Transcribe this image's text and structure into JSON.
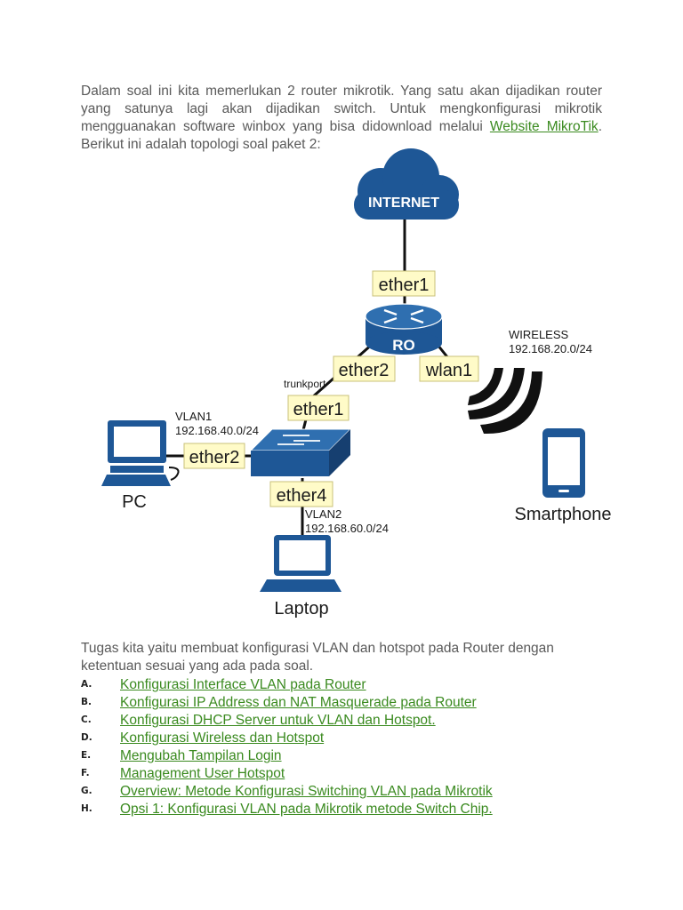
{
  "intro": {
    "text_before_link": "Dalam soal ini kita memerlukan 2 router mikrotik. Yang satu akan dijadikan router yang satunya lagi akan dijadikan switch. Untuk mengkonfigurasi mikrotik mengguanakan software winbox yang bisa didownload melalui ",
    "link_text": "Website MikroTik",
    "text_after_link": ". Berikut ini adalah topologi soal paket 2:"
  },
  "diagram": {
    "internet_label": "INTERNET",
    "router_label": "RO",
    "router_port_up": "ether1",
    "router_port_switch": "ether2",
    "router_port_wlan": "wlan1",
    "trunk_label": "trunkport",
    "switch_port_up": "ether1",
    "switch_port_pc": "ether2",
    "switch_port_laptop": "ether4",
    "wireless_title": "WIRELESS",
    "wireless_subnet": "192.168.20.0/24",
    "vlan1_title": "VLAN1",
    "vlan1_subnet": "192.168.40.0/24",
    "vlan2_title": "VLAN2",
    "vlan2_subnet": "192.168.60.0/24",
    "pc_label": "PC",
    "laptop_label": "Laptop",
    "smartphone_label": "Smartphone",
    "colors": {
      "device_blue": "#1e5796",
      "tag_fill": "#fffbc8",
      "tag_border": "#c9c07a"
    }
  },
  "tasks_intro": "Tugas kita yaitu membuat konfigurasi VLAN dan hotspot pada Router dengan ketentuan sesuai yang ada pada soal.",
  "tasks": [
    {
      "letter": "A.",
      "text": "Konfigurasi Interface VLAN pada Router"
    },
    {
      "letter": "B.",
      "text": "Konfigurasi IP Address dan NAT Masquerade pada Router"
    },
    {
      "letter": "C.",
      "text": "Konfigurasi DHCP Server untuk VLAN dan Hotspot."
    },
    {
      "letter": "D.",
      "text": "Konfigurasi Wireless dan Hotspot"
    },
    {
      "letter": "E.",
      "text": "Mengubah Tampilan Login"
    },
    {
      "letter": "F.",
      "text": "Management User Hotspot"
    },
    {
      "letter": "G.",
      "text": "Overview: Metode Konfigurasi Switching VLAN pada Mikrotik"
    },
    {
      "letter": "H.",
      "text": "Opsi 1: Konfigurasi VLAN pada Mikrotik metode Switch Chip."
    }
  ]
}
